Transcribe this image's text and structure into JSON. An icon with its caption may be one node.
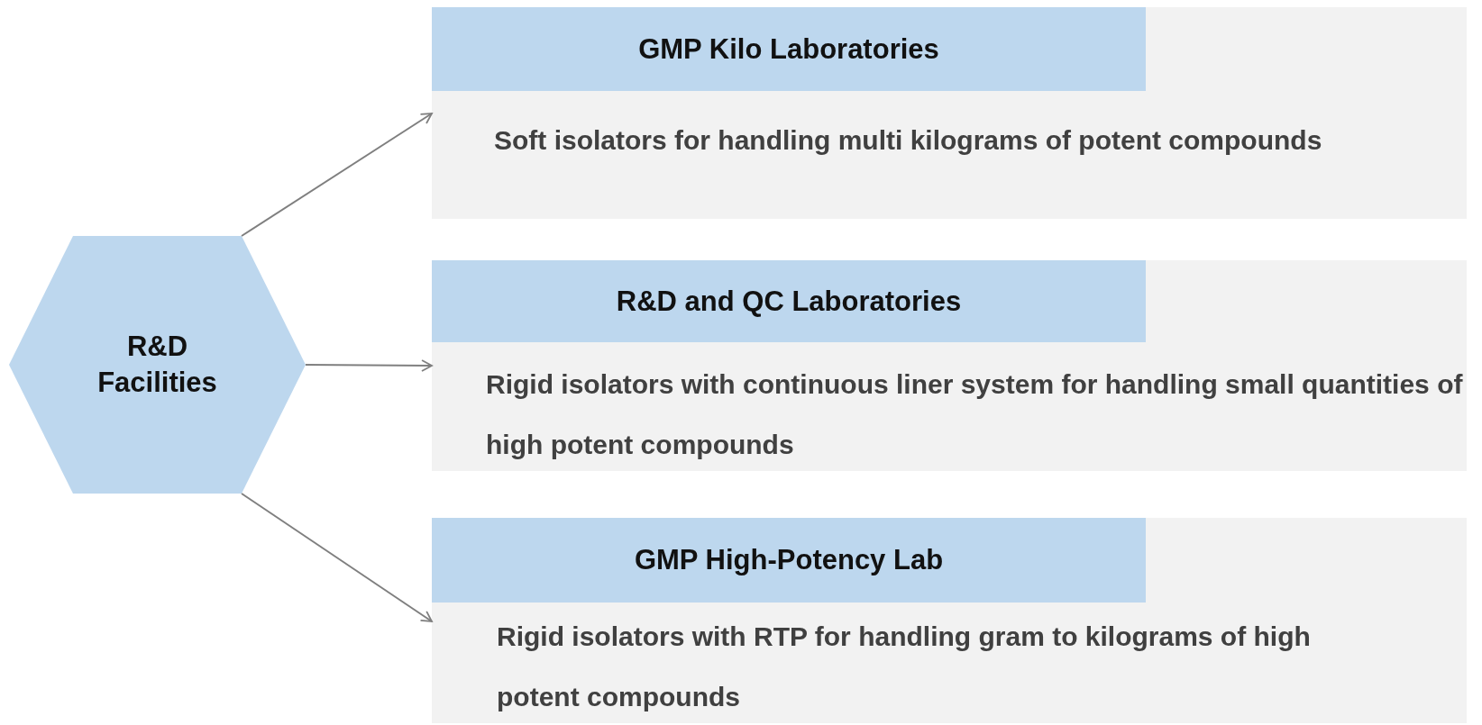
{
  "diagram": {
    "nodes": [
      {
        "text": [
          "R&D Facilities"
        ]
      },
      {
        "text": [
          "GMP Kilo Laboratories",
          "Soft isolators for handling multi kilograms of potent compounds"
        ]
      },
      {
        "text": [
          "R&D and QC Laboratories",
          "Rigid isolators with continuous liner system for handling small quantities of high potent compounds"
        ]
      },
      {
        "text": [
          "GMP High-Potency Lab",
          "Rigid isolators with RTP for handling gram to kilograms of high potent compounds"
        ]
      }
    ],
    "edges": [
      {
        "from": 0,
        "to": 1,
        "arrow": "to"
      },
      {
        "from": 0,
        "to": 2,
        "arrow": "to"
      },
      {
        "from": 0,
        "to": 3,
        "arrow": "to"
      }
    ]
  }
}
